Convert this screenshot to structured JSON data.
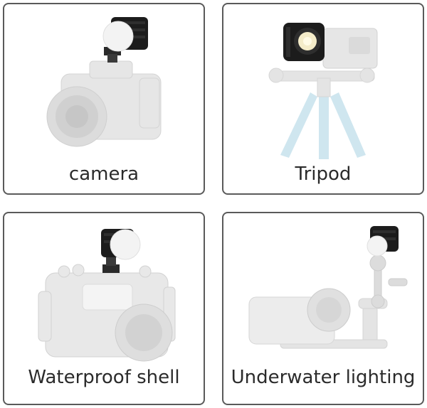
{
  "cards": [
    {
      "label": "camera",
      "image": "light-on-camera"
    },
    {
      "label": "Tripod",
      "image": "light-on-tripod"
    },
    {
      "label": "Waterproof shell",
      "image": "light-on-waterproof-shell"
    },
    {
      "label": "Underwater lighting",
      "image": "light-on-underwater-rig"
    }
  ],
  "colors": {
    "border": "#5a5a5a",
    "text": "#2b2b2b",
    "faded_gear": "#e2e2e2",
    "light_body": "#1c1c1c",
    "diffuser": "#f3f3f3",
    "tripod_leg": "#cfe6ef"
  }
}
